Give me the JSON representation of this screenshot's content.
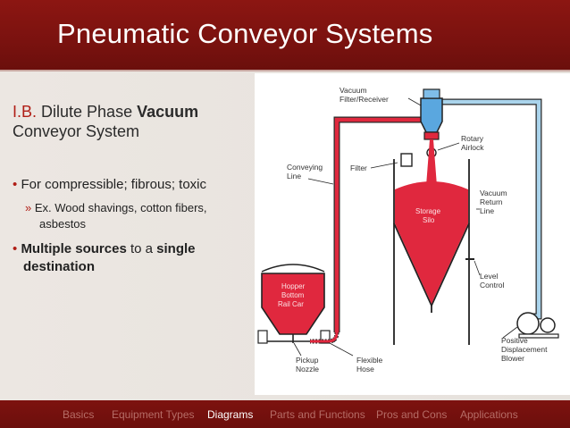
{
  "slide": {
    "title": "Pneumatic Conveyor Systems"
  },
  "content": {
    "heading_prefix": "I.B.",
    "heading_mid": " Dilute Phase ",
    "heading_bold": "Vacuum",
    "heading_line2": "Conveyor System",
    "bullet1": "For compressible; fibrous; toxic",
    "sub1_line1": "Ex. Wood shavings, cotton fibers,",
    "sub1_line2": "asbestos",
    "bullet2_bold1": "Multiple sources",
    "bullet2_mid": " to a ",
    "bullet2_bold2": "single",
    "bullet2_line2": "destination",
    "bullet_glyph": "•",
    "sub_glyph": "»"
  },
  "diagram": {
    "vacuum_filter_1": "Vacuum",
    "vacuum_filter_2": "Filter/Receiver",
    "rotary_1": "Rotary",
    "rotary_2": "Airlock",
    "conveying_1": "Conveying",
    "conveying_2": "Line",
    "filter": "Filter",
    "vac_return_1": "Vacuum",
    "vac_return_2": "Return",
    "vac_return_3": "Line",
    "storage_1": "Storage",
    "storage_2": "Silo",
    "hopper_1": "Hopper",
    "hopper_2": "Bottom",
    "hopper_3": "Rail Car",
    "level_1": "Level",
    "level_2": "Control",
    "pickup_1": "Pickup",
    "pickup_2": "Nozzle",
    "hose_1": "Flexible",
    "hose_2": "Hose",
    "blower_1": "Positive",
    "blower_2": "Displacement",
    "blower_3": "Blower",
    "colors": {
      "material": "#e0283e",
      "pipe_blue": "#aad4ec",
      "filter_blue": "#5aa7df",
      "outline": "#222222"
    }
  },
  "footer_nav": [
    {
      "label": "Basics",
      "active": false
    },
    {
      "label": "Equipment Types",
      "active": false
    },
    {
      "label": "Diagrams",
      "active": true
    },
    {
      "label": "Parts and Functions",
      "active": false
    },
    {
      "label": "Pros and Cons",
      "active": false
    },
    {
      "label": "Applications",
      "active": false
    }
  ]
}
